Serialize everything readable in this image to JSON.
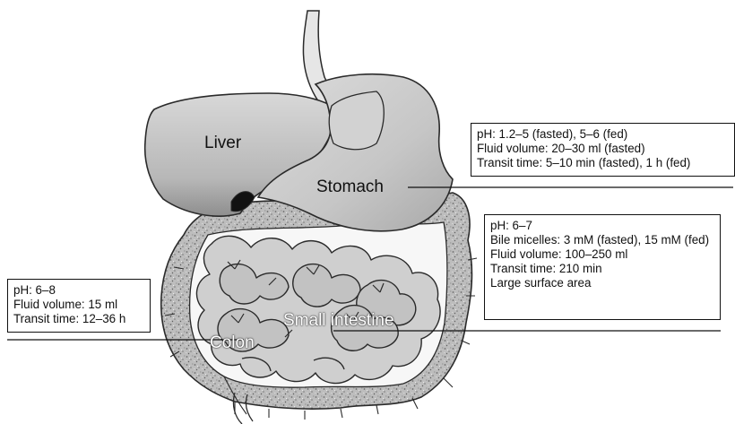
{
  "organs": {
    "liver": "Liver",
    "stomach": "Stomach",
    "small_intestine": "Small intestine",
    "colon": "Colon"
  },
  "stomach_box": {
    "lines": [
      "pH: 1.2–5 (fasted), 5–6 (fed)",
      "Fluid volume: 20–30 ml (fasted)",
      "Transit time: 5–10 min (fasted), 1 h (fed)"
    ]
  },
  "small_intestine_box": {
    "lines": [
      "pH: 6–7",
      "Bile micelles: 3 mM (fasted), 15 mM (fed)",
      "Fluid volume: 100–250 ml",
      "Transit time: 210 min",
      "Large surface area"
    ]
  },
  "colon_box": {
    "lines": [
      "pH: 6–8",
      "Fluid volume: 15 ml",
      "Transit time: 12–36 h"
    ]
  },
  "colors": {
    "organ_fill": "#c9c9c9",
    "organ_dark": "#9a9a9a",
    "outline": "#2a2a2a",
    "colon_fill": "#bdbdbd"
  }
}
